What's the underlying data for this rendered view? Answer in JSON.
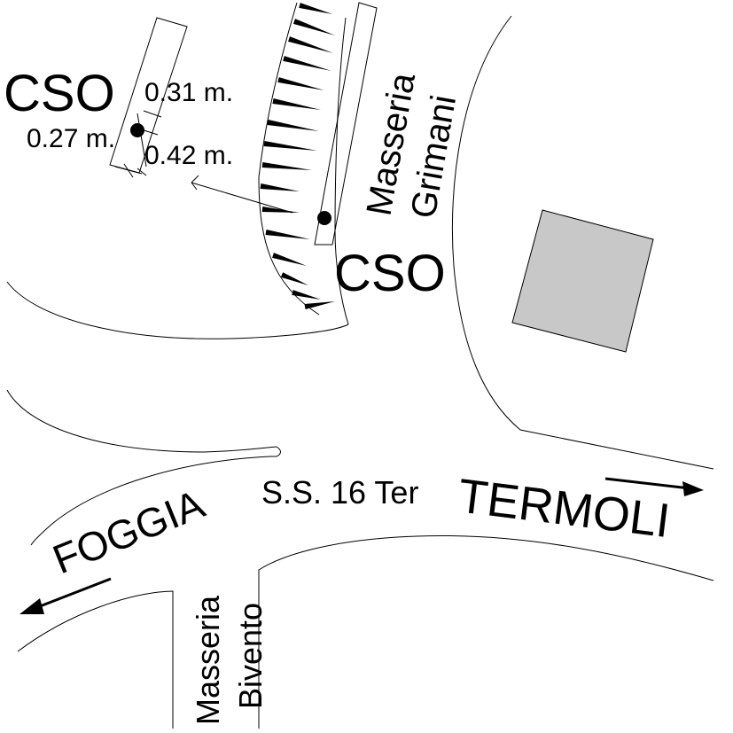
{
  "colors": {
    "ink": "#000000",
    "background": "#ffffff",
    "building_fill": "#c8c8c8"
  },
  "labels": {
    "cso_top": "CSO",
    "cso_mid": "CSO",
    "dim_031": "0.31 m.",
    "dim_027": "0.27 m.",
    "dim_042": "0.42 m.",
    "masseria_grimani_1": "Masseria",
    "masseria_grimani_2": "Grimani",
    "road_name": "S.S. 16 Ter",
    "foggia": "FOGGIA",
    "termoli": "TERMOLI",
    "masseria_bivento_1": "Masseria",
    "masseria_bivento_2": "Bivento"
  },
  "symbols": {
    "arrow_termoli": "arrow-right",
    "arrow_foggia": "arrow-left",
    "markers": [
      "dot-cso-top",
      "dot-cso-mid"
    ],
    "embankment": "slope-hachures"
  }
}
